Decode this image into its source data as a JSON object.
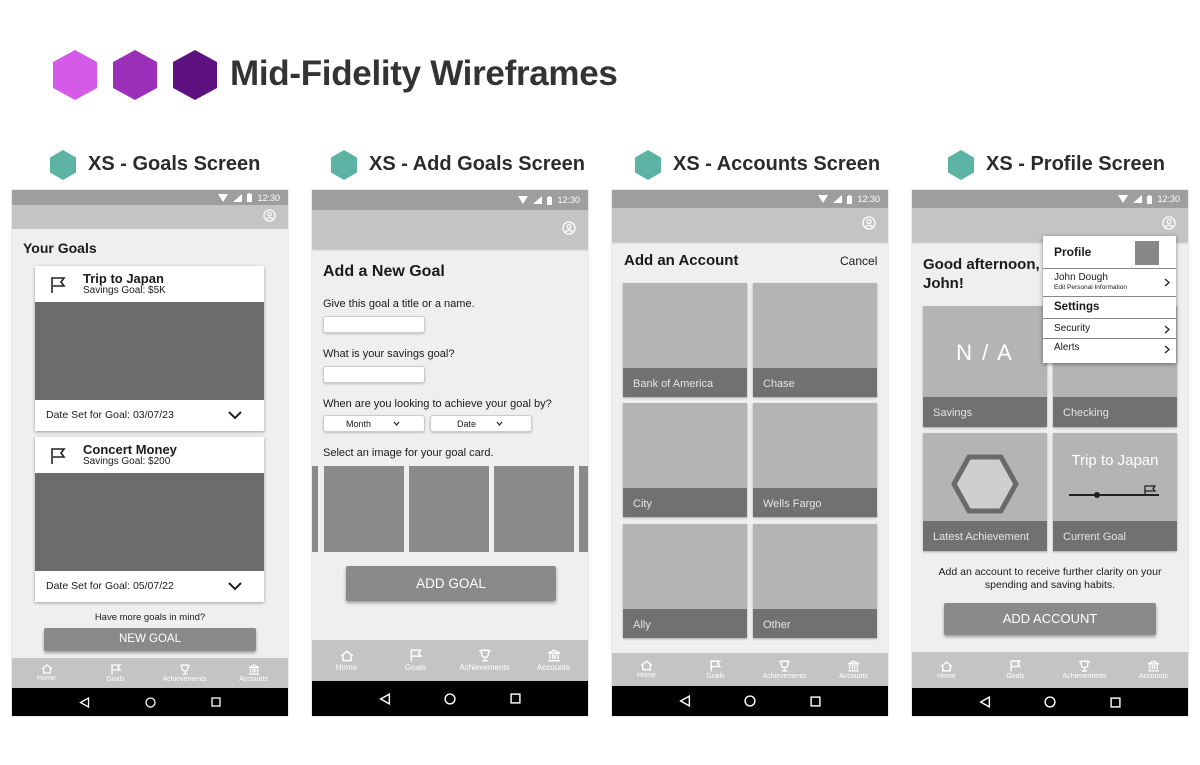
{
  "header": {
    "title": "Mid-Fidelity Wireframes",
    "hex_colors": [
      "#d45be8",
      "#9b2fb8",
      "#5e1280"
    ]
  },
  "section_hex_color": "#5cb3a4",
  "status": {
    "time": "12:30"
  },
  "nav": [
    "Home",
    "Goals",
    "Achievements",
    "Accounts"
  ],
  "screens": {
    "goals": {
      "section_title": "XS - Goals Screen",
      "heading": "Your Goals",
      "cards": [
        {
          "title": "Trip to Japan",
          "subtitle": "Savings Goal: $5K",
          "date": "Date Set for Goal: 03/07/23"
        },
        {
          "title": "Concert Money",
          "subtitle": "Savings Goal: $200",
          "date": "Date Set for Goal: 05/07/22"
        }
      ],
      "prompt": "Have more goals in mind?",
      "button": "NEW GOAL"
    },
    "add_goal": {
      "section_title": "XS - Add Goals Screen",
      "heading": "Add a New Goal",
      "q1": "Give this goal a title or a name.",
      "q2": "What is your savings goal?",
      "q3": "When are you looking to achieve your goal by?",
      "month": "Month",
      "date": "Date",
      "q4": "Select an image for your goal card.",
      "button": "ADD GOAL"
    },
    "accounts": {
      "section_title": "XS - Accounts Screen",
      "heading": "Add an Account",
      "cancel": "Cancel",
      "tiles": [
        "Bank of America",
        "Chase",
        "City",
        "Wells Fargo",
        "Ally",
        "Other"
      ]
    },
    "profile": {
      "section_title": "XS - Profile Screen",
      "greeting_line1": "Good afternoon,",
      "greeting_line2": "John!",
      "na_text": "N / A",
      "tiles": [
        "Savings",
        "Checking",
        "Latest Achievement",
        "Current Goal"
      ],
      "goal_tile_title": "Trip to Japan",
      "info": "Add an account to receive further clarity on your spending and saving habits.",
      "button": "ADD ACCOUNT",
      "menu": {
        "profile": "Profile",
        "name": "John Dough",
        "edit": "Edit Personal Information",
        "settings": "Settings",
        "security": "Security",
        "alerts": "Alerts"
      }
    }
  }
}
